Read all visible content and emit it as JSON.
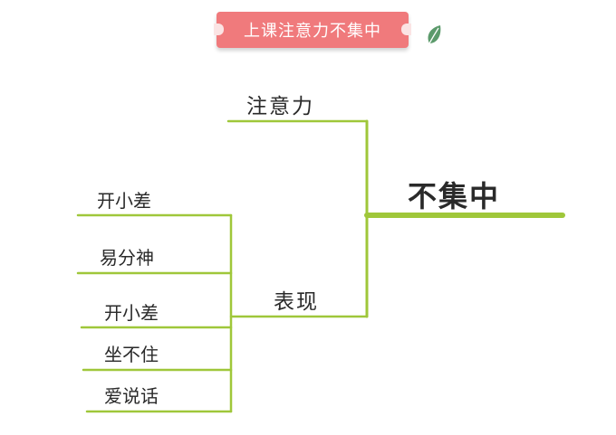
{
  "header": {
    "title": "上课注意力不集中"
  },
  "mindmap": {
    "root": "不集中",
    "branches": [
      {
        "label": "注意力",
        "children": []
      },
      {
        "label": "表现",
        "children": [
          "开小差",
          "易分神",
          "开小差",
          "坐不住",
          "爱说话"
        ]
      }
    ]
  },
  "colors": {
    "accent": "#f07a7c",
    "branch": "#9fc73a",
    "leaf": "#5b9a6b"
  }
}
